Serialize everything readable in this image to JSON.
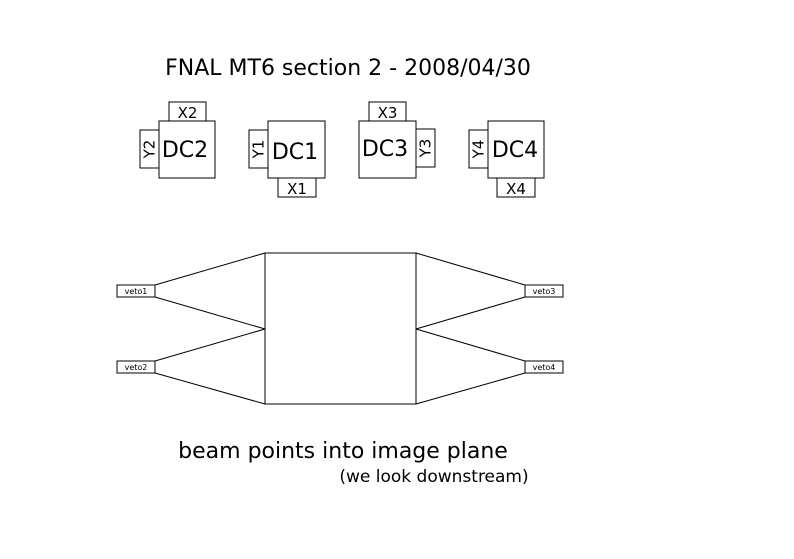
{
  "title": "FNAL MT6 section 2 - 2008/04/30",
  "chambers": {
    "dc2": {
      "label": "DC2",
      "x_plane": "X2",
      "y_plane": "Y2"
    },
    "dc1": {
      "label": "DC1",
      "x_plane": "X1",
      "y_plane": "Y1"
    },
    "dc3": {
      "label": "DC3",
      "x_plane": "X3",
      "y_plane": "Y3"
    },
    "dc4": {
      "label": "DC4",
      "x_plane": "X4",
      "y_plane": "Y4"
    }
  },
  "vetoes": {
    "veto1": "veto1",
    "veto2": "veto2",
    "veto3": "veto3",
    "veto4": "veto4"
  },
  "caption": {
    "line1": "beam points into image plane",
    "line2": "(we look downstream)"
  }
}
